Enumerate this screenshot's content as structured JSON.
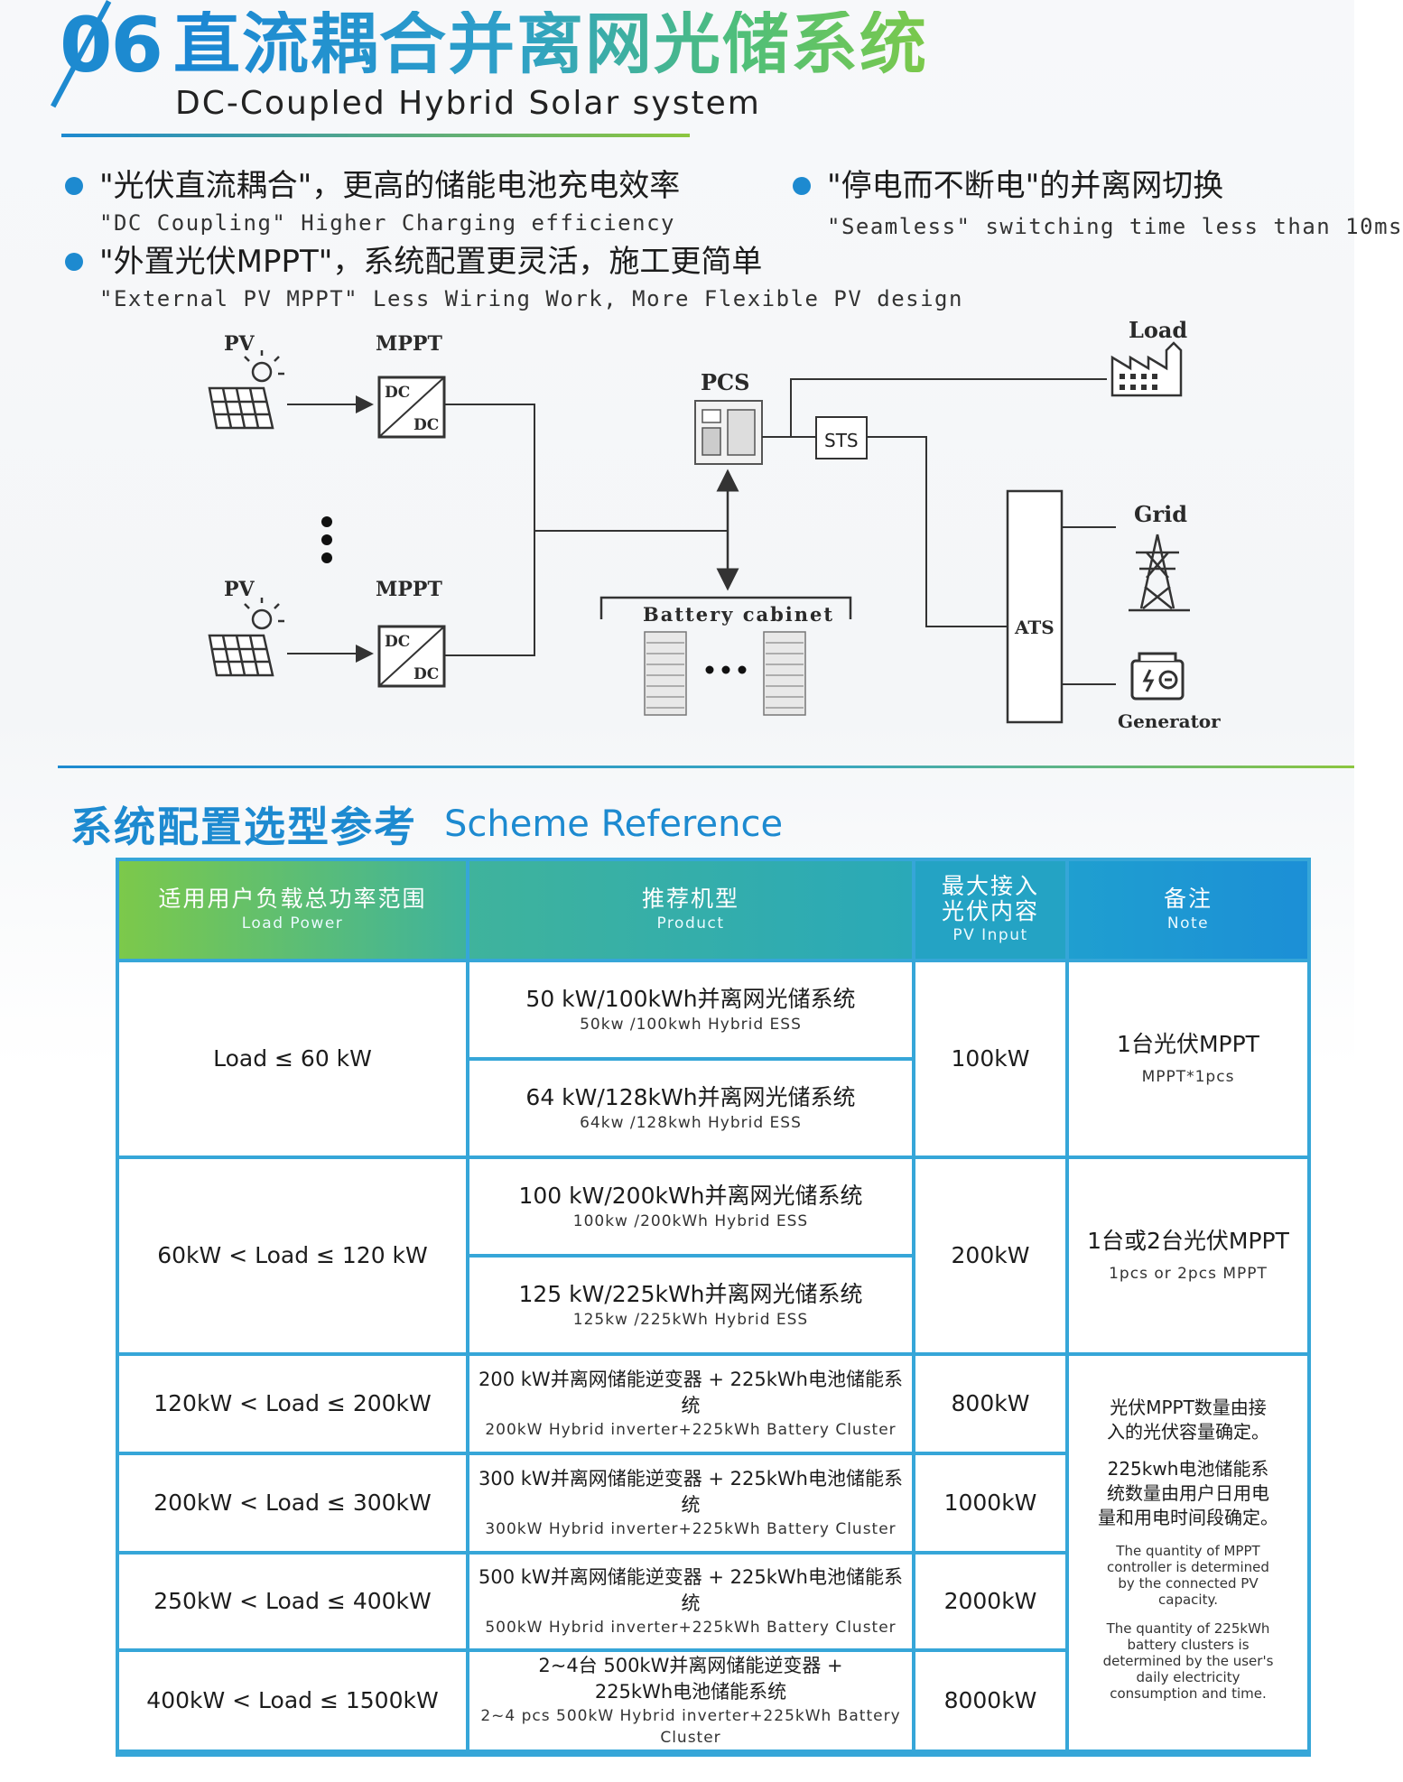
{
  "header": {
    "number": "06",
    "title": "直流耦合并离网光储系统",
    "subtitle": "DC-Coupled Hybrid Solar system"
  },
  "features": [
    {
      "zh": "\"光伏直流耦合\"，更高的储能电池充电效率",
      "en": "\"DC Coupling\" Higher Charging efficiency"
    },
    {
      "zh": "\"停电而不断电\"的并离网切换",
      "en": "\"Seamless\" switching time less than 10ms"
    },
    {
      "zh": "\"外置光伏MPPT\"，系统配置更灵活，施工更简单",
      "en": "\"External PV MPPT\" Less Wiring Work, More Flexible PV design"
    }
  ],
  "diagram": {
    "pv_label": "PV",
    "mppt_label": "MPPT",
    "dc_label": "DC",
    "pcs_label": "PCS",
    "sts_label": "STS",
    "battery_label": "Battery cabinet",
    "load_label": "Load",
    "grid_label": "Grid",
    "ats_label": "ATS",
    "generator_label": "Generator"
  },
  "section": {
    "title_zh": "系统配置选型参考",
    "title_en": "Scheme Reference"
  },
  "table": {
    "headers": [
      {
        "zh": "适用用户负载总功率范围",
        "en": "Load Power"
      },
      {
        "zh": "推荐机型",
        "en": "Product"
      },
      {
        "zh": "最大接入光伏内容",
        "en": "PV Input"
      },
      {
        "zh": "备注",
        "en": "Note"
      }
    ],
    "load_rows": [
      "Load ≤ 60 kW",
      "60kW < Load ≤ 120 kW",
      "120kW < Load ≤ 200kW",
      "200kW < Load ≤ 300kW",
      "250kW < Load ≤ 400kW",
      "400kW < Load ≤ 1500kW"
    ],
    "products": [
      {
        "zh": "50 kW/100kWh并离网光储系统",
        "en": "50kw /100kwh Hybrid ESS"
      },
      {
        "zh": "64 kW/128kWh并离网光储系统",
        "en": "64kw /128kwh Hybrid ESS"
      },
      {
        "zh": "100 kW/200kWh并离网光储系统",
        "en": "100kw /200kWh Hybrid ESS"
      },
      {
        "zh": "125 kW/225kWh并离网光储系统",
        "en": "125kw /225kWh Hybrid ESS"
      },
      {
        "zh": "200 kW并离网储能逆变器 + 225kWh电池储能系统",
        "en": "200kW Hybrid inverter+225kWh Battery Cluster"
      },
      {
        "zh": "300 kW并离网储能逆变器 + 225kWh电池储能系统",
        "en": "300kW Hybrid inverter+225kWh Battery Cluster"
      },
      {
        "zh": "500 kW并离网储能逆变器 + 225kWh电池储能系统",
        "en": "500kW Hybrid inverter+225kWh Battery Cluster"
      },
      {
        "zh1": "2~4台 500kW并离网储能逆变器 +",
        "zh2": "225kWh电池储能系统",
        "en": "2~4 pcs 500kW Hybrid inverter+225kWh Battery Cluster"
      }
    ],
    "pv_inputs": [
      "100kW",
      "200kW",
      "800kW",
      "1000kW",
      "2000kW",
      "8000kW"
    ],
    "notes": {
      "n1_zh": "1台光伏MPPT",
      "n1_en": "MPPT*1pcs",
      "n2_zh": "1台或2台光伏MPPT",
      "n2_en": "1pcs or 2pcs MPPT",
      "n3_zh1": "光伏MPPT数量由接",
      "n3_zh2": "入的光伏容量确定。",
      "n3_zh3": "225kwh电池储能系",
      "n3_zh4": "统数量由用户日用电",
      "n3_zh5": "量和用电时间段确定。",
      "n3_en1": "The quantity of MPPT",
      "n3_en2": "controller is determined",
      "n3_en3": "by the connected PV",
      "n3_en4": "capacity.",
      "n3_en5": "The quantity of 225kWh",
      "n3_en6": "battery clusters is",
      "n3_en7": "determined by the user's",
      "n3_en8": "daily electricity",
      "n3_en9": "consumption and time."
    }
  },
  "colors": {
    "accent_blue": "#1d8ad0",
    "accent_green": "#8cc63f",
    "table_border": "#36a6d8"
  }
}
